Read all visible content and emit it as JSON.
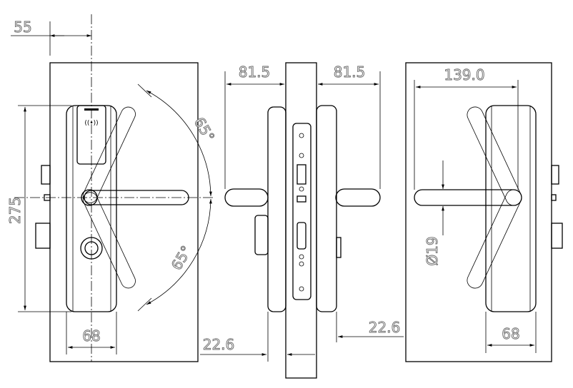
{
  "front_view": {
    "offset_dim": "55",
    "height_dim": "275",
    "width_dim": "68",
    "angle_up": "65°",
    "angle_down": "65°"
  },
  "side_view": {
    "left_projection_dim": "81.5",
    "right_projection_dim": "81.5",
    "left_thickness_dim": "22.6",
    "right_thickness_dim": "22.6"
  },
  "back_view": {
    "width_dim": "139.0",
    "handle_diameter_dim": "Ø19",
    "body_width_dim": "68"
  },
  "colors": {
    "line": "#000000",
    "text_outline": "#666666"
  }
}
